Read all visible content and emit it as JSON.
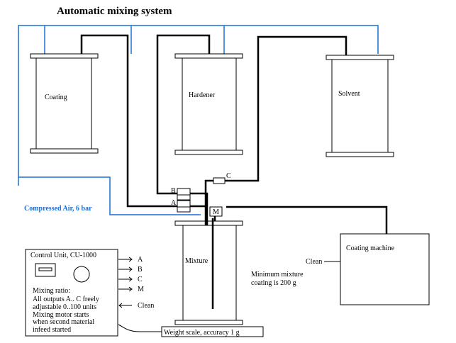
{
  "title": "Automatic mixing system",
  "tanks": {
    "coating": "Coating",
    "hardener": "Hardener",
    "solvent": "Solvent",
    "mixture": "Mixture"
  },
  "valves": {
    "a": "A",
    "b": "B",
    "c": "C"
  },
  "motor": "M",
  "air_label": "Compressed Air, 6 bar",
  "machine": {
    "title": "Coating machine",
    "clean": "Clean"
  },
  "minimum": {
    "line1": "Minimum mixture",
    "line2": "coating is 200 g"
  },
  "scale": "Weight scale, accuracy 1 g",
  "control": {
    "title": "Control Unit, CU-1000",
    "ratio_title": "Mixing ratio:",
    "lines": [
      "All outputs A.. C freely",
      "adjustable 0..100 units",
      "Mixing motor starts",
      "when second material",
      "infeed started"
    ],
    "outputs": [
      "A",
      "B",
      "C",
      "M"
    ],
    "clean": "Clean"
  },
  "colors": {
    "air": "#1a6fd6",
    "pipe": "#000000"
  }
}
